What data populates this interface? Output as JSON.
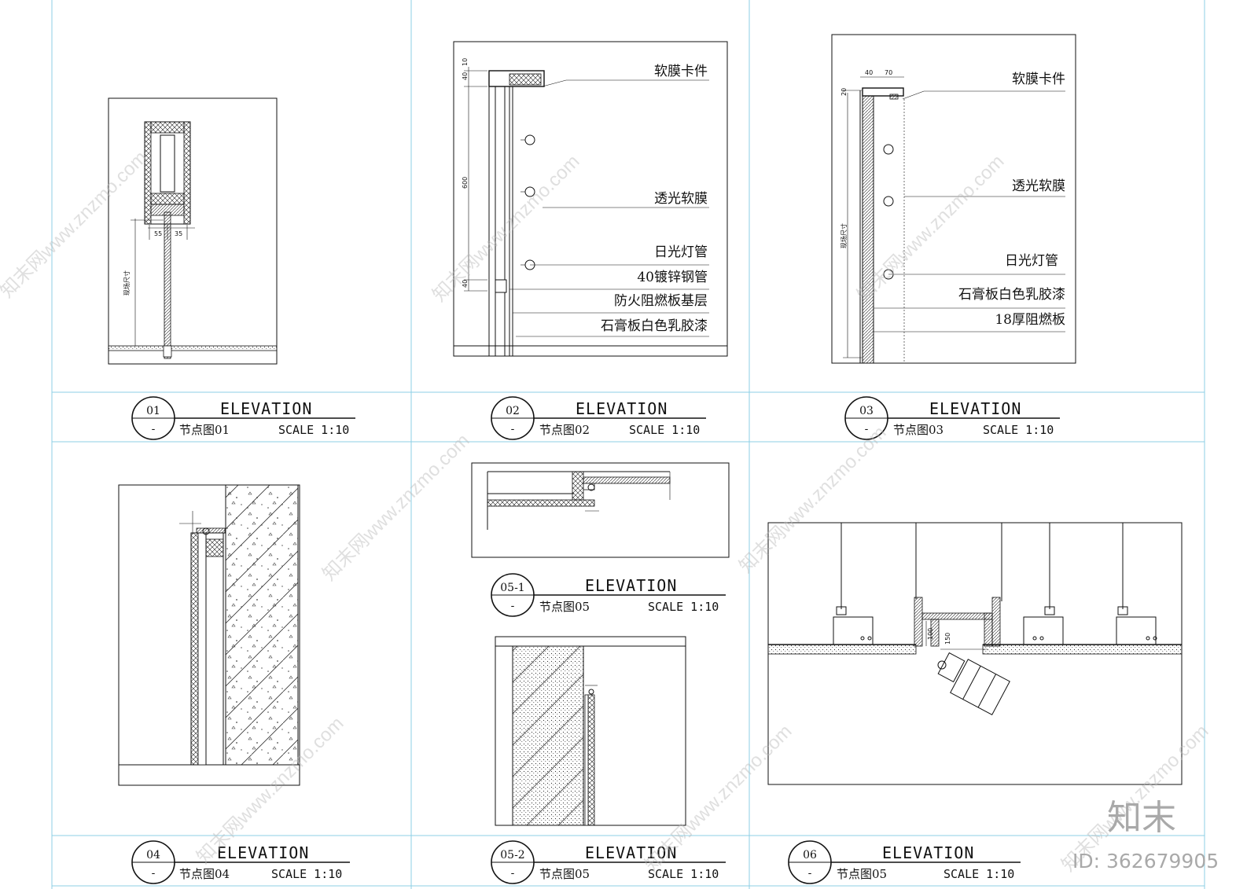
{
  "watermark": {
    "site": "知末网www.znzmo.com",
    "brand": "知末",
    "id_text": "ID: 362679905"
  },
  "panels": [
    {
      "id": "01",
      "elevation": "ELEVATION",
      "caption": "节点图01",
      "scale": "SCALE 1:10",
      "sub": "-"
    },
    {
      "id": "02",
      "elevation": "ELEVATION",
      "caption": "节点图02",
      "scale": "SCALE 1:10",
      "sub": "-"
    },
    {
      "id": "03",
      "elevation": "ELEVATION",
      "caption": "节点图03",
      "scale": "SCALE 1:10",
      "sub": "-"
    },
    {
      "id": "04",
      "elevation": "ELEVATION",
      "caption": "节点图04",
      "scale": "SCALE 1:10",
      "sub": "-"
    },
    {
      "id": "05-1",
      "elevation": "ELEVATION",
      "caption": "节点图05",
      "scale": "SCALE 1:10",
      "sub": "-"
    },
    {
      "id": "05-2",
      "elevation": "ELEVATION",
      "caption": "节点图05",
      "scale": "SCALE 1:10",
      "sub": "-"
    },
    {
      "id": "06",
      "elevation": "ELEVATION",
      "caption": "节点图05",
      "scale": "SCALE 1:10",
      "sub": "-"
    }
  ],
  "d01": {
    "dim_a": "55",
    "dim_b": "35",
    "dim_height": "现场尺寸"
  },
  "d02": {
    "labels": [
      "软膜卡件",
      "透光软膜",
      "日光灯管",
      "40镀锌钢管",
      "防火阻燃板基层",
      "石膏板白色乳胶漆"
    ],
    "dims": [
      "40",
      "10",
      "600",
      "40"
    ]
  },
  "d03": {
    "labels": [
      "软膜卡件",
      "透光软膜",
      "日光灯管",
      "石膏板白色乳胶漆",
      "18厚阻燃板"
    ],
    "dims": [
      "40",
      "70",
      "20",
      "现场尺寸"
    ]
  },
  "d06": {
    "dims": [
      "100",
      "150"
    ]
  }
}
